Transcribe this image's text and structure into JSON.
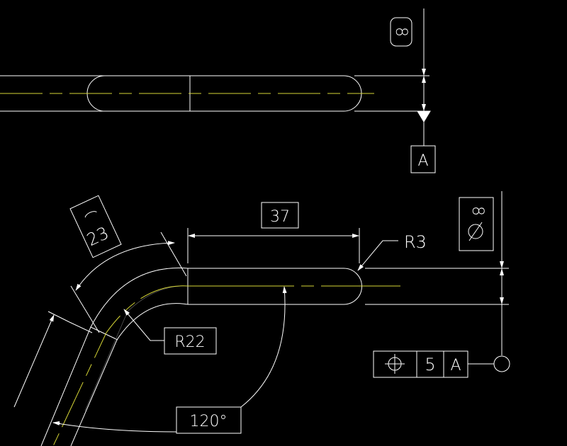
{
  "colors": {
    "background": "#000000",
    "geometry": "#ffffff",
    "centerline": "#d6d636"
  },
  "top_view": {
    "diameter_basic_dim": "8",
    "datum_label": "A"
  },
  "bend_view": {
    "straight_length_basic_dim": "37",
    "arc_length_basic_dim": "23",
    "end_radius_label": "R3",
    "bend_radius_label": "R22",
    "bend_angle_basic_dim": "120°",
    "diameter_basic_dim": "8"
  },
  "feature_control_frame": {
    "symbol": "⌖",
    "tolerance": "5",
    "datum": "A"
  }
}
